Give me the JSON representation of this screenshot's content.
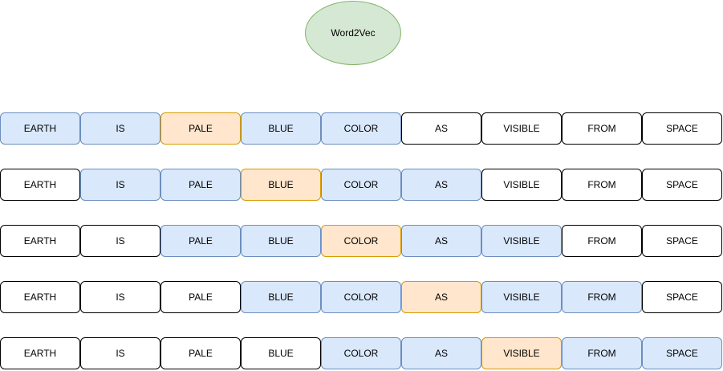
{
  "title": "Word2Vec",
  "colors": {
    "title_fill": "#d5e8d4",
    "title_stroke": "#82b366",
    "context_fill": "#dae8fc",
    "context_stroke": "#6c8ebf",
    "target_fill": "#ffe6cc",
    "target_stroke": "#d79b00",
    "plain_fill": "#ffffff",
    "plain_stroke": "#000000"
  },
  "words": [
    "EARTH",
    "IS",
    "PALE",
    "BLUE",
    "COLOR",
    "AS",
    "VISIBLE",
    "FROM",
    "SPACE"
  ],
  "rows": [
    {
      "target": 2,
      "context": [
        0,
        1,
        3,
        4
      ]
    },
    {
      "target": 3,
      "context": [
        1,
        2,
        4,
        5
      ]
    },
    {
      "target": 4,
      "context": [
        2,
        3,
        5,
        6
      ]
    },
    {
      "target": 5,
      "context": [
        3,
        4,
        6,
        7
      ]
    },
    {
      "target": 6,
      "context": [
        4,
        5,
        7,
        8
      ]
    }
  ]
}
